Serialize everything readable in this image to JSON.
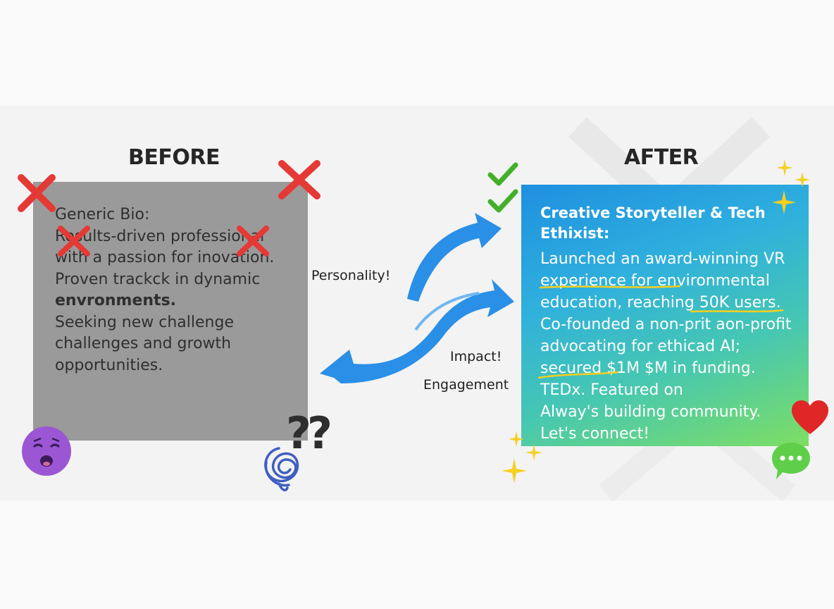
{
  "before": {
    "title": "BEFORE",
    "lines": [
      "Generic Bio:",
      "Results-driven professional",
      "with a passion for inovation.",
      "Proven trackck in dynamic",
      "envronments.",
      "Seeking new challenge",
      "challenges and growth",
      "opportunities."
    ],
    "marks": {
      "question": "??"
    }
  },
  "after": {
    "title": "AFTER",
    "heading": "Creative Storyteller & Tech Ethixist:",
    "lines": [
      "Launched an award-winning VR",
      "experience for environmental",
      "education, reaching 50K users.",
      "Co-founded a non-prit aon-profit",
      "advocating for ethicad AI;",
      "secured $1M $M in funding.",
      "TEDx. Featured on",
      "Alway's building community.",
      "Let's connect!"
    ]
  },
  "callouts": {
    "personality": "Personality!",
    "impact": "Impact!",
    "engagement": "Engagement"
  },
  "colors": {
    "cross": "#e53935",
    "check": "#43b02a",
    "arrow": "#2a8fe6",
    "sparkle": "#f5d020",
    "heart": "#e02727",
    "chat": "#5fcf4a",
    "face": "#9b57d3",
    "scribble": "#3e5fc0"
  },
  "icons": [
    "cross-icon",
    "check-icon",
    "sad-face-icon",
    "scribble-icon",
    "sparkle-icon",
    "heart-icon",
    "chat-bubble-icon",
    "curved-arrow-icon"
  ]
}
